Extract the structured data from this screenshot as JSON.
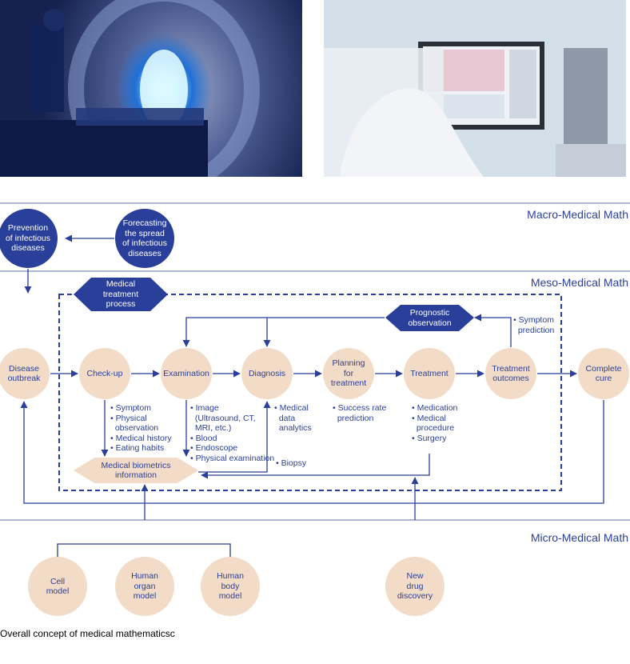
{
  "zones": {
    "macro": "Macro-Medical Math",
    "meso": "Meso-Medical Math",
    "micro": "Micro-Medical Math"
  },
  "macro": {
    "prevention": "Prevention\nof infectious\ndiseases",
    "forecasting": "Forecasting\nthe spread\nof infectious\ndiseases"
  },
  "meso": {
    "process_label": "Medical\ntreatment\nprocess",
    "prognostic": "Prognostic\nobservation",
    "symptom_prediction": "• Symptom\n  prediction",
    "stages": [
      "Disease\noutbreak",
      "Check-up",
      "Examination",
      "Diagnosis",
      "Planning\nfor\ntreatment",
      "Treatment",
      "Treatment\noutcomes",
      "Complete\ncure"
    ],
    "notes": {
      "checkup": "• Symptom\n• Physical\n  observation\n• Medical history\n• Eating habits",
      "examination": "• Image\n  (Ultrasound, CT,\n  MRI, etc.)\n• Blood\n• Endoscope\n• Physical examination",
      "diagnosis": "• Medical\n  data\n  analytics",
      "planning": "• Success rate\n  prediction",
      "treatment": "• Medication\n• Medical\n  procedure\n• Surgery",
      "biopsy": "• Biopsy"
    },
    "biometrics": "Medical biometrics\ninformation"
  },
  "micro": {
    "cell": "Cell\nmodel",
    "organ": "Human\norgan\nmodel",
    "body": "Human\nbody\nmodel",
    "drug": "New\ndrug\ndiscovery"
  },
  "caption": "Overall concept of medical mathematicsc",
  "colors": {
    "navy": "#2a3f9a",
    "peach": "#f2dcc7",
    "line": "#2a3f9a"
  }
}
